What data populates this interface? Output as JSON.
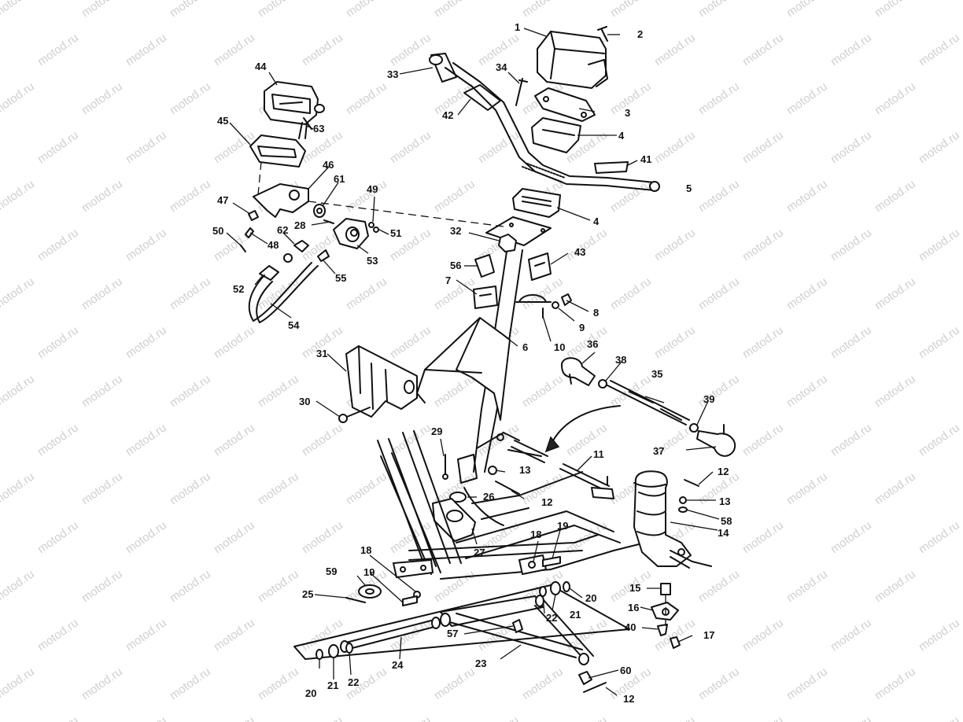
{
  "watermark": {
    "text": "motod.ru"
  },
  "callouts": [
    {
      "id": "c1",
      "label": "1"
    },
    {
      "id": "c2",
      "label": "2"
    },
    {
      "id": "c3",
      "label": "3"
    },
    {
      "id": "c4a",
      "label": "4"
    },
    {
      "id": "c4b",
      "label": "4"
    },
    {
      "id": "c5",
      "label": "5"
    },
    {
      "id": "c6",
      "label": "6"
    },
    {
      "id": "c7",
      "label": "7"
    },
    {
      "id": "c8",
      "label": "8"
    },
    {
      "id": "c9",
      "label": "9"
    },
    {
      "id": "c10",
      "label": "10"
    },
    {
      "id": "c11",
      "label": "11"
    },
    {
      "id": "c12a",
      "label": "12"
    },
    {
      "id": "c12b",
      "label": "12"
    },
    {
      "id": "c12c",
      "label": "12"
    },
    {
      "id": "c13a",
      "label": "13"
    },
    {
      "id": "c13b",
      "label": "13"
    },
    {
      "id": "c14",
      "label": "14"
    },
    {
      "id": "c15",
      "label": "15"
    },
    {
      "id": "c16",
      "label": "16"
    },
    {
      "id": "c17",
      "label": "17"
    },
    {
      "id": "c18a",
      "label": "18"
    },
    {
      "id": "c18b",
      "label": "18"
    },
    {
      "id": "c19a",
      "label": "19"
    },
    {
      "id": "c19b",
      "label": "19"
    },
    {
      "id": "c20a",
      "label": "20"
    },
    {
      "id": "c20b",
      "label": "20"
    },
    {
      "id": "c21a",
      "label": "21"
    },
    {
      "id": "c21b",
      "label": "21"
    },
    {
      "id": "c22a",
      "label": "22"
    },
    {
      "id": "c22b",
      "label": "22"
    },
    {
      "id": "c23",
      "label": "23"
    },
    {
      "id": "c24",
      "label": "24"
    },
    {
      "id": "c25",
      "label": "25"
    },
    {
      "id": "c26",
      "label": "26"
    },
    {
      "id": "c27",
      "label": "27"
    },
    {
      "id": "c28",
      "label": "28"
    },
    {
      "id": "c29",
      "label": "29"
    },
    {
      "id": "c30",
      "label": "30"
    },
    {
      "id": "c31",
      "label": "31"
    },
    {
      "id": "c32",
      "label": "32"
    },
    {
      "id": "c33",
      "label": "33"
    },
    {
      "id": "c34",
      "label": "34"
    },
    {
      "id": "c35",
      "label": "35"
    },
    {
      "id": "c36",
      "label": "36"
    },
    {
      "id": "c37",
      "label": "37"
    },
    {
      "id": "c38",
      "label": "38"
    },
    {
      "id": "c39",
      "label": "39"
    },
    {
      "id": "c40",
      "label": "40"
    },
    {
      "id": "c41",
      "label": "41"
    },
    {
      "id": "c42",
      "label": "42"
    },
    {
      "id": "c43",
      "label": "43"
    },
    {
      "id": "c44",
      "label": "44"
    },
    {
      "id": "c45",
      "label": "45"
    },
    {
      "id": "c46",
      "label": "46"
    },
    {
      "id": "c47",
      "label": "47"
    },
    {
      "id": "c48",
      "label": "48"
    },
    {
      "id": "c49",
      "label": "49"
    },
    {
      "id": "c50",
      "label": "50"
    },
    {
      "id": "c51",
      "label": "51"
    },
    {
      "id": "c52",
      "label": "52"
    },
    {
      "id": "c53",
      "label": "53"
    },
    {
      "id": "c54",
      "label": "54"
    },
    {
      "id": "c55",
      "label": "55"
    },
    {
      "id": "c56",
      "label": "56"
    },
    {
      "id": "c57",
      "label": "57"
    },
    {
      "id": "c58",
      "label": "58"
    },
    {
      "id": "c59",
      "label": "59"
    },
    {
      "id": "c60",
      "label": "60"
    },
    {
      "id": "c61",
      "label": "61"
    },
    {
      "id": "c62",
      "label": "62"
    },
    {
      "id": "c63",
      "label": "63"
    }
  ]
}
